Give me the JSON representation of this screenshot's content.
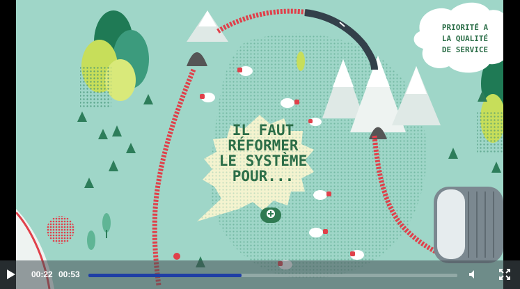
{
  "video": {
    "bubble_lines": [
      "IL FAUT",
      "RÉFORMER",
      "LE SYSTÈME",
      "POUR..."
    ],
    "cloud_lines": [
      "PRIORITÉ A",
      "LA QUALITÉ",
      "DE SERVICE"
    ],
    "plus_icon": "plus-circle-icon"
  },
  "controls": {
    "current_time": "00:22",
    "duration": "00:53",
    "progress_fraction": 0.415,
    "play_icon": "play-icon",
    "volume_icon": "volume-icon",
    "fullscreen_icon": "fullscreen-icon"
  },
  "colors": {
    "background": "#9fd6c8",
    "track": "#e0404a",
    "text_green": "#2c6e48",
    "progress": "#1f3fa5"
  }
}
